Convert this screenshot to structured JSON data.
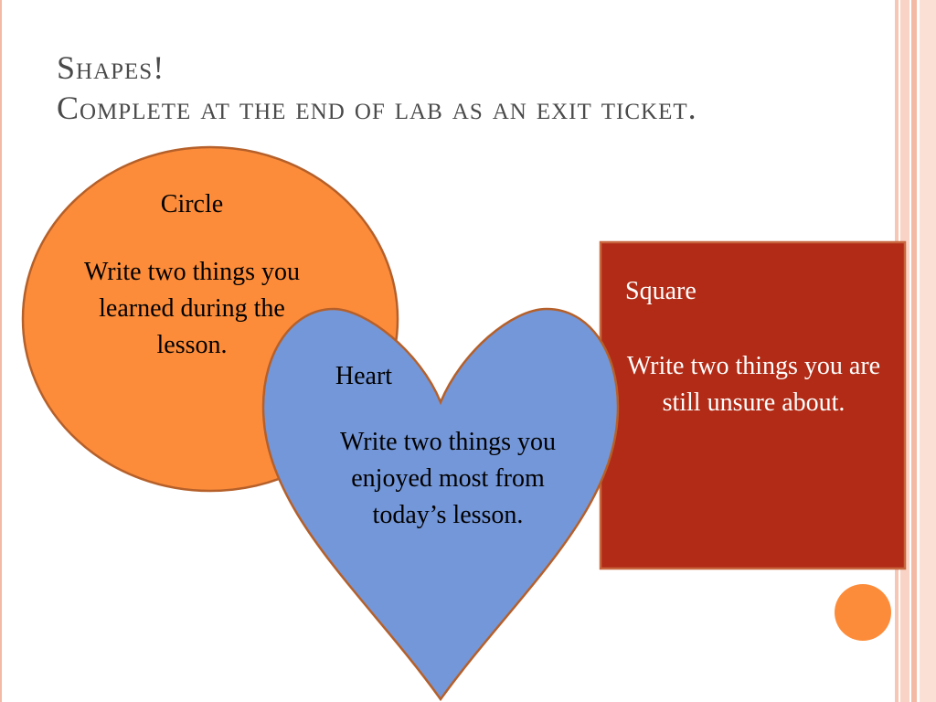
{
  "title": {
    "line1": "Shapes!",
    "line2": "Complete at the end of lab as an exit ticket."
  },
  "circle": {
    "label": "Circle",
    "text": "Write two things you learned during the lesson.",
    "color": "#fd8c3a"
  },
  "heart": {
    "label": "Heart",
    "text": "Write two things you enjoyed most from today’s lesson.",
    "color": "#7497d9"
  },
  "square": {
    "label": "Square",
    "text": "Write two things you are still unsure about.",
    "color": "#b12b16"
  },
  "accents": {
    "stripe": "#f4b9a4",
    "dot": "#fd8c3a"
  }
}
